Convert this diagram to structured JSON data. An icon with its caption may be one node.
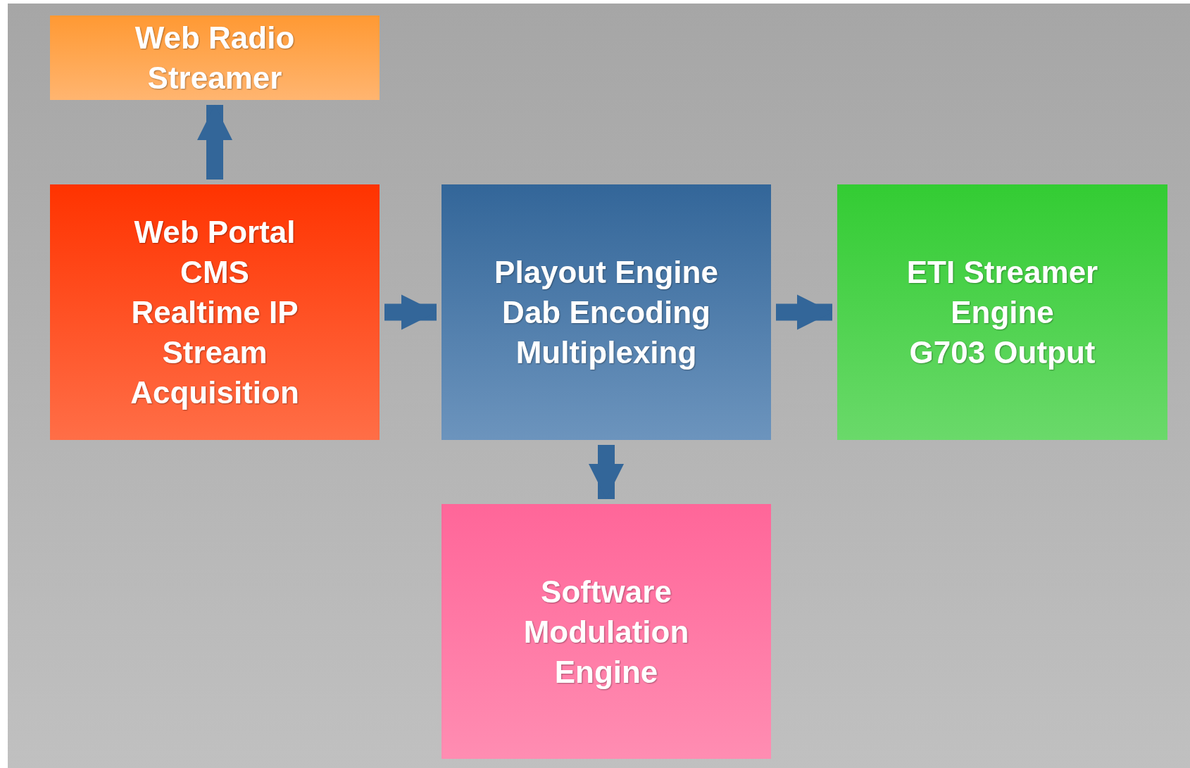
{
  "diagram": {
    "nodes": [
      {
        "text": [
          "Web Radio Streamer"
        ]
      },
      {
        "text": [
          "Web Portal",
          "CMS",
          "Realtime IP Stream Acquisition"
        ]
      },
      {
        "text": [
          "Playout Engine",
          "Dab Encoding",
          "Multiplexing"
        ]
      },
      {
        "text": [
          "ETI Streamer Engine",
          "G703 Output"
        ]
      },
      {
        "text": [
          "Software Modulation Engine"
        ]
      }
    ],
    "edges": [
      {
        "from": 1,
        "to": 0,
        "arrow": "to"
      },
      {
        "from": 1,
        "to": 2,
        "arrow": "to"
      },
      {
        "from": 2,
        "to": 3,
        "arrow": "to"
      },
      {
        "from": 2,
        "to": 4,
        "arrow": "to"
      }
    ]
  }
}
